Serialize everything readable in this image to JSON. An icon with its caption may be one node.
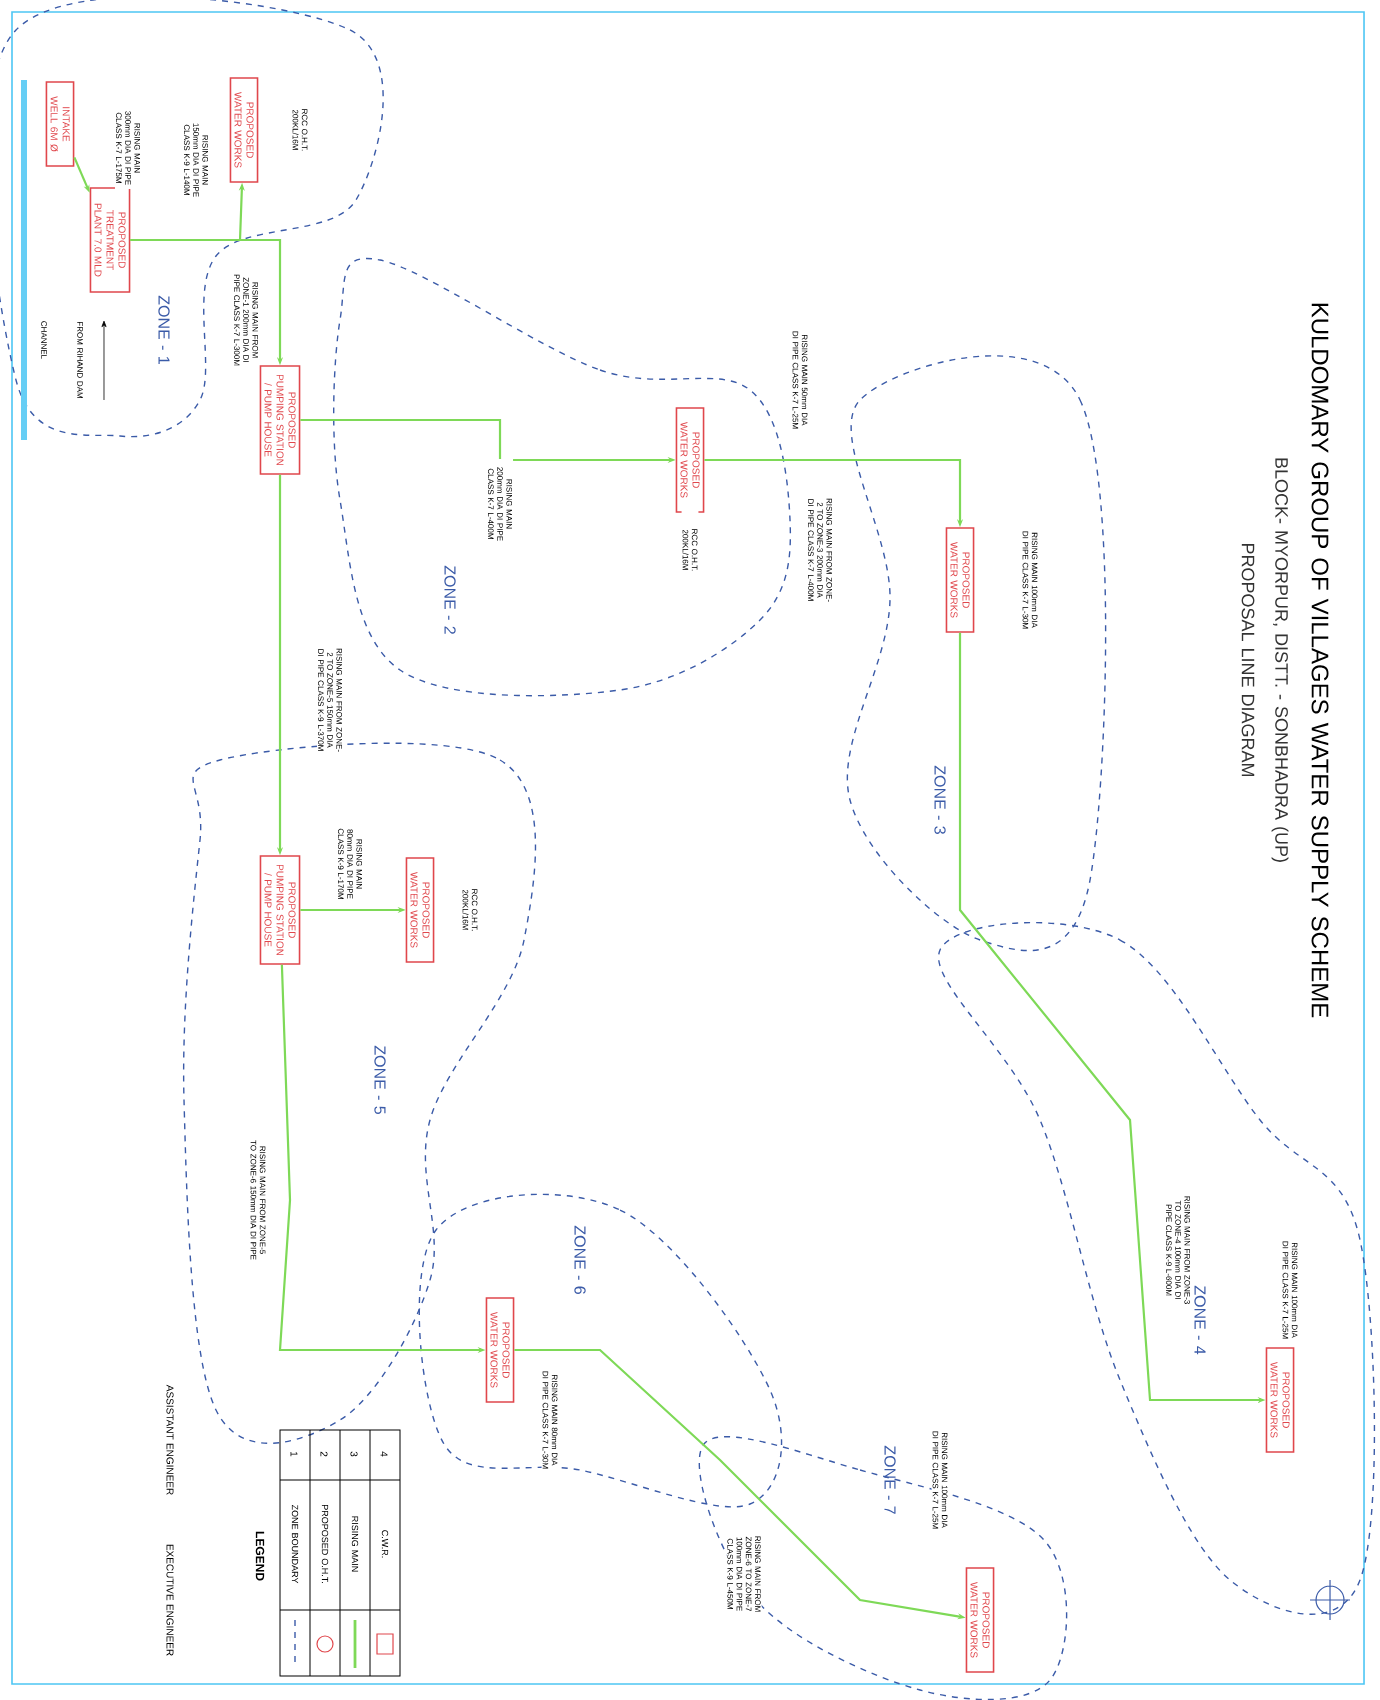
{
  "diagram": {
    "title": "KULDOMARY GROUP OF VILLAGES WATER SUPPLY SCHEME",
    "nodes": [
      {
        "text": [
          "INTAKE WELL 6M Ø"
        ]
      },
      {
        "text": [
          "PROPOSED TREATMENT PLANT 7.0 MLD"
        ]
      },
      {
        "text": [
          "PROPOSED WATER WORKS"
        ]
      },
      {
        "text": [
          "PROPOSED PUMPING STATION / PUMP HOUSE"
        ]
      },
      {
        "text": [
          "PROPOSED WATER WORKS"
        ]
      },
      {
        "text": [
          "PROPOSED WATER WORKS"
        ]
      },
      {
        "text": [
          "PROPOSED PUMPING STATION / PUMP HOUSE"
        ]
      },
      {
        "text": [
          "PROPOSED WATER WORKS"
        ]
      },
      {
        "text": [
          "PROPOSED WATER WORKS"
        ]
      },
      {
        "text": [
          "PROPOSED WATER WORKS"
        ]
      },
      {
        "text": [
          "PROPOSED WATER WORKS"
        ]
      }
    ],
    "edges": [
      {
        "from": 0,
        "to": 1,
        "arrow": "to",
        "label": "RISING MAIN 300mm DIA DI PIPE CLASS K-7 L-175M"
      },
      {
        "from": 1,
        "to": 2,
        "arrow": "to",
        "label": "RISING MAIN 150mm DIA DI PIPE CLASS K-9 L-140M"
      },
      {
        "from": 1,
        "to": 3,
        "arrow": "to",
        "label": "RISING MAIN FROM ZONE-1 200mm DIA DI PIPE CLASS K-7 L-300M"
      },
      {
        "from": 3,
        "to": 4,
        "arrow": "to",
        "label": "RISING MAIN 200mm DIA DI PIPE CLASS K-7 L-400M"
      },
      {
        "from": 4,
        "to": 5,
        "arrow": "to",
        "label": "RISING MAIN FROM ZONE-2 TO ZONE-3 200mm DIA DI PIPE CLASS K-7 L-400M"
      },
      {
        "from": 5,
        "to": 10,
        "arrow": "to",
        "label": "RISING MAIN FROM ZONE-3 TO ZONE-4 100mm DIA DI PIPE CLASS K-9 L-600M"
      },
      {
        "from": 3,
        "to": 6,
        "arrow": "to",
        "label": "RISING MAIN FROM ZONE-2 TO ZONE-5 150mm DIA DI PIPE CLASS K-9 L-370M"
      },
      {
        "from": 6,
        "to": 7,
        "arrow": "to",
        "label": "RISING MAIN 80mm DIA DI PIPE CLASS K-9 L-170M"
      },
      {
        "from": 6,
        "to": 8,
        "arrow": "to",
        "label": "RISING MAIN FROM ZONE-5 TO ZONE-6 150mm DIA DI PIPE"
      },
      {
        "from": 8,
        "to": 9,
        "arrow": "to",
        "label": "RISING MAIN FROM ZONE-6 TO ZONE-7 100mm DIA DI PIPE CLASS K-9 L-450M"
      }
    ],
    "labels": [
      "BLOCK- MYORPUR, DISTT. - SONBHADRA (UP)",
      "PROPOSAL LINE DIAGRAM",
      "ZONE - 1",
      "ZONE - 2",
      "ZONE - 3",
      "ZONE - 4",
      "ZONE - 5",
      "ZONE - 6",
      "ZONE - 7",
      "RCC O.H.T. 200KL/16M",
      "FROM RIHAND DAM",
      "CHANNEL",
      "RISING MAIN 50mm DIA DI PIPE CLASS K-7 L-25M",
      "RCC O.H.T. 200KL/16M",
      "RISING MAIN 100mm DIA DI PIPE CLASS K-7 L-30M",
      "RCC O.H.T. 200KL/16M",
      "RISING MAIN 80mm DIA DI PIPE CLASS K-7 L-30M",
      "RISING MAIN 100mm DIA DI PIPE CLASS K-7 L-25M",
      "RISING MAIN 100mm DIA DI PIPE CLASS K-7 L-25M",
      "LEGEND",
      "1",
      "2",
      "3",
      "4",
      "ASSISTANT ENGINEER",
      "EXECUTIVE ENGINEER"
    ],
    "legend": [
      {
        "text": "ZONE BOUNDARY"
      },
      {
        "text": "PROPOSED O.H.T."
      },
      {
        "text": "RISING MAIN"
      },
      {
        "text": "C.W.R."
      }
    ]
  }
}
